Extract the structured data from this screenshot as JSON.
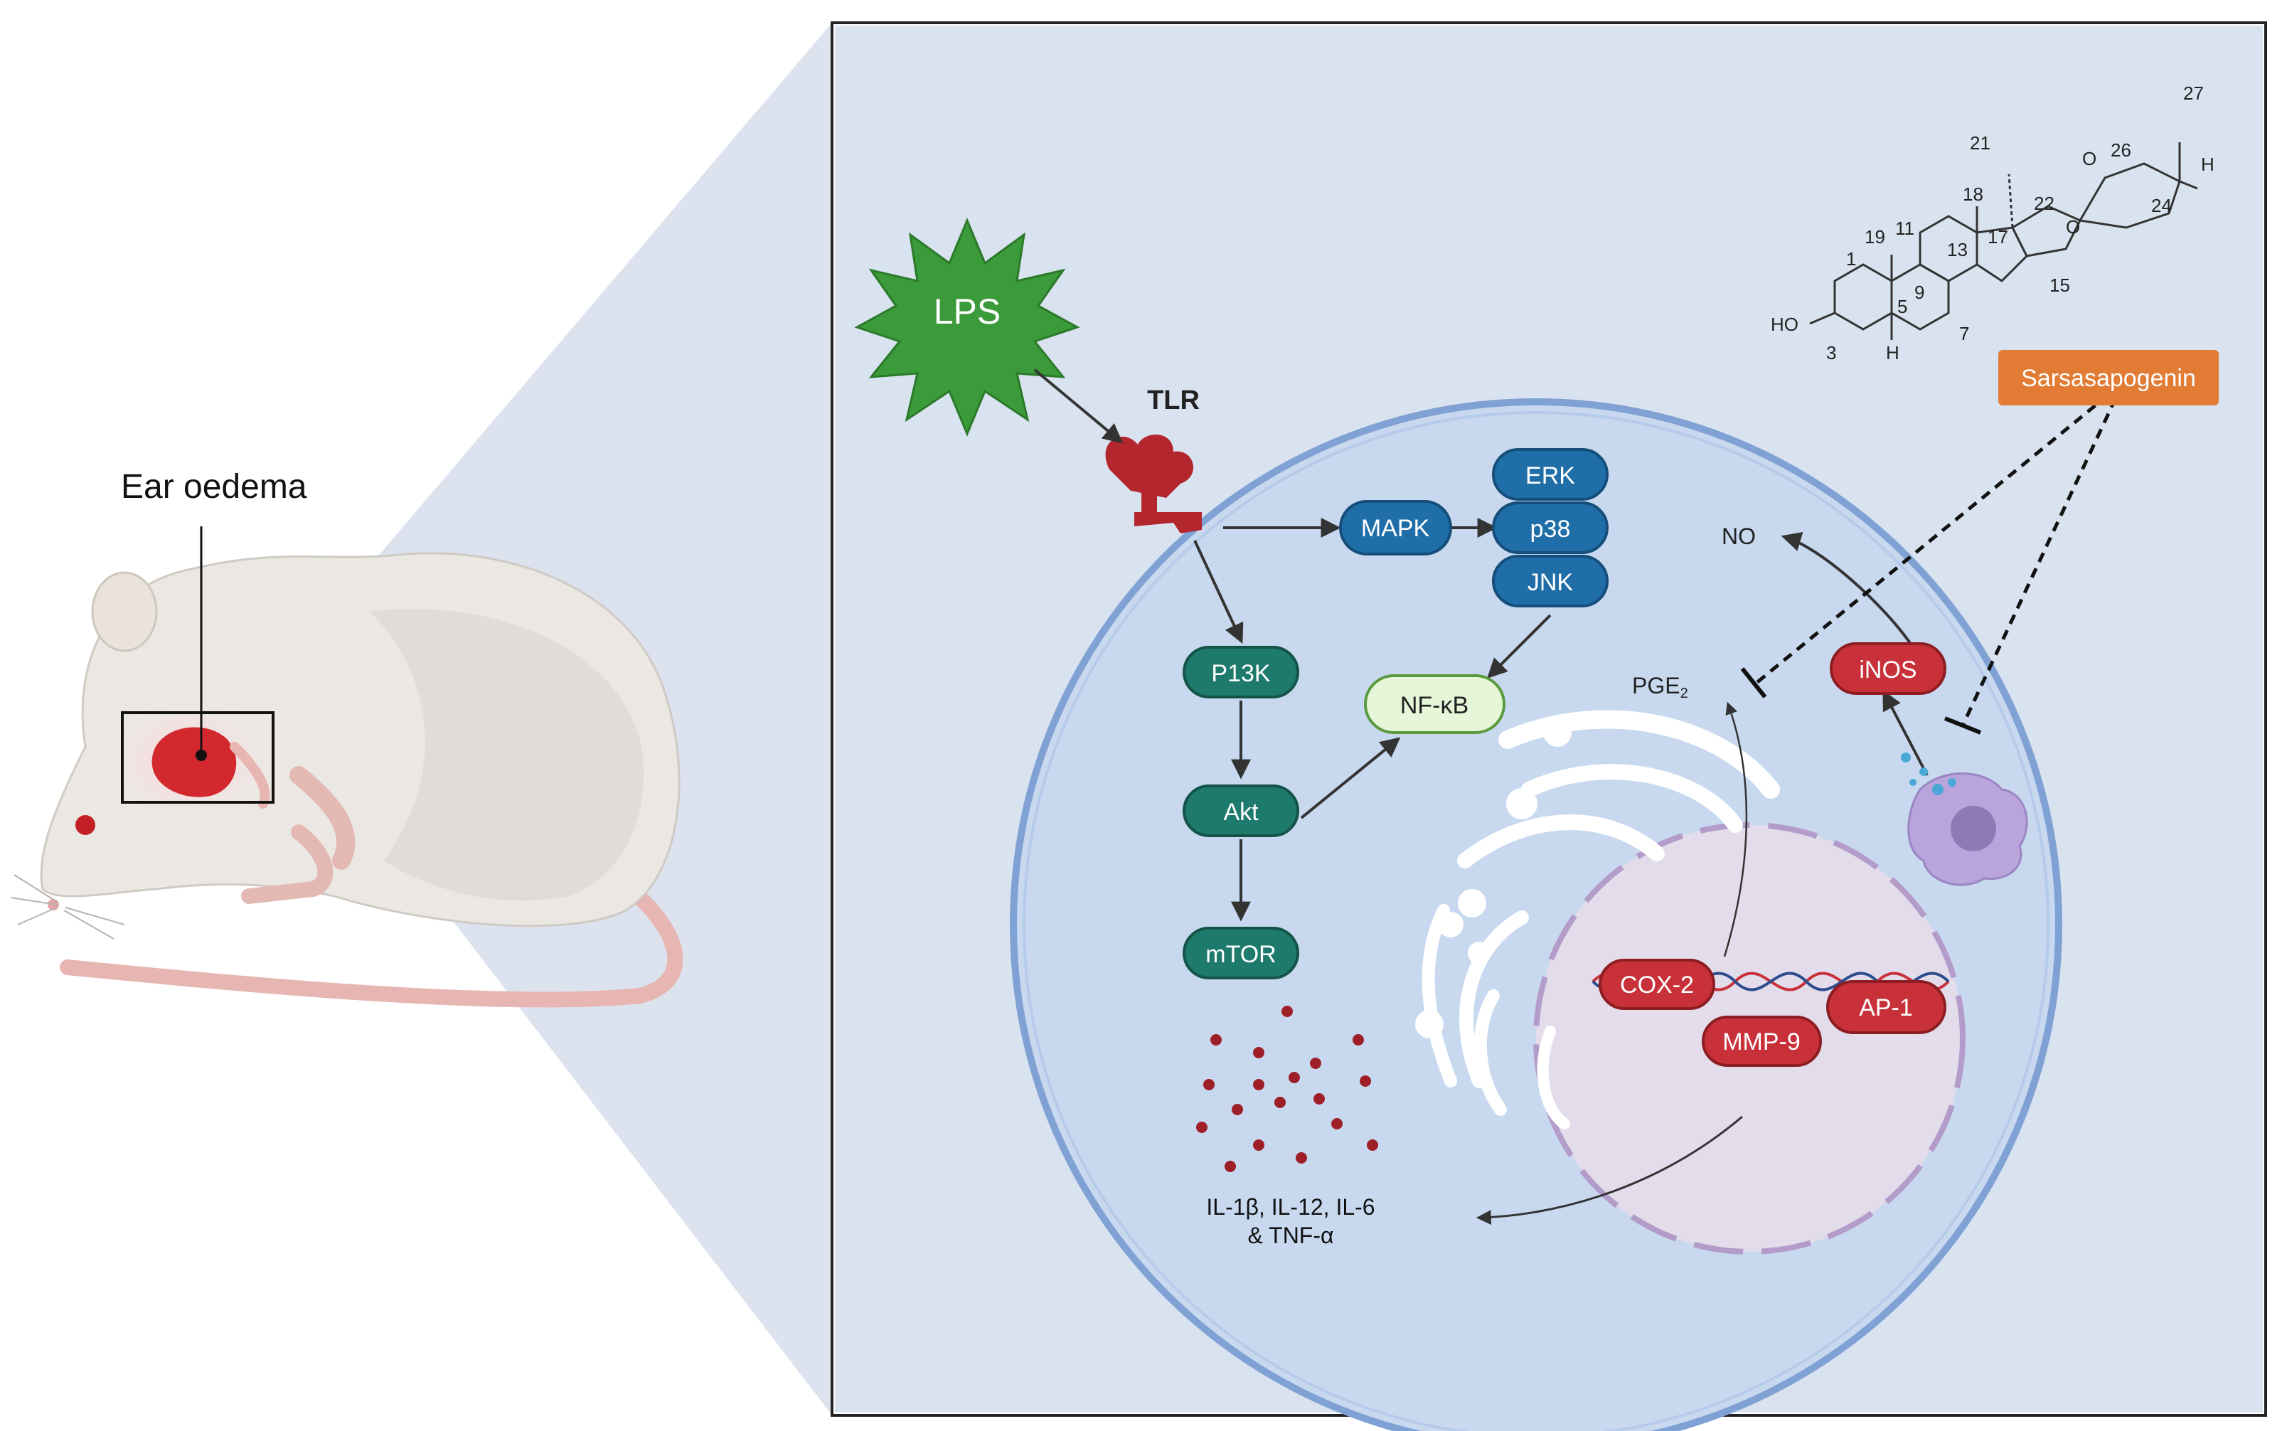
{
  "colors": {
    "panel_bg": "#d9e3f0",
    "cell_fill": "#c8d9ef",
    "cell_stroke": "#7fa1d4",
    "nucleus_fill": "#e3dcea",
    "nucleus_stroke": "#b39cc9",
    "mapk_blue": "#1f6ea8",
    "pi3k_teal": "#1e7a6c",
    "nfkb_green": "#e6f6d8",
    "nfkb_stroke": "#5a9a3c",
    "gene_red": "#c8313a",
    "lps_green": "#3b9a3a",
    "sarsa_orange": "#e27b34",
    "receptor_red": "#b3262d",
    "cytokine_red": "#9e1f27"
  },
  "mouse": {
    "label": "Ear oedema"
  },
  "pathway": {
    "stimulus": "LPS",
    "receptor": "TLR",
    "mapk": "MAPK",
    "erk": "ERK",
    "p38": "p38",
    "jnk": "JNK",
    "pi3k": "P13K",
    "akt": "Akt",
    "mtor": "mTOR",
    "nfkb": "NF-κB",
    "no": "NO",
    "pge2_main": "PGE",
    "pge2_sub": "2",
    "inos": "iNOS",
    "cox2": "COX-2",
    "mmp9": "MMP-9",
    "ap1": "AP-1",
    "cytokines_line1": "IL-1β, IL-12, IL-6",
    "cytokines_line2": "& TNF-α"
  },
  "compound": {
    "name": "Sarsasapogenin",
    "ho": "HO",
    "h5": "H",
    "h25": "H",
    "o_ring1": "O",
    "o_ring2": "O",
    "atoms": {
      "n1": "1",
      "n3": "3",
      "n5": "5",
      "n7": "7",
      "n9": "9",
      "n11": "11",
      "n13": "13",
      "n15": "15",
      "n17": "17",
      "n18": "18",
      "n19": "19",
      "n21": "21",
      "n22": "22",
      "n24": "24",
      "n26": "26",
      "n27": "27"
    }
  }
}
